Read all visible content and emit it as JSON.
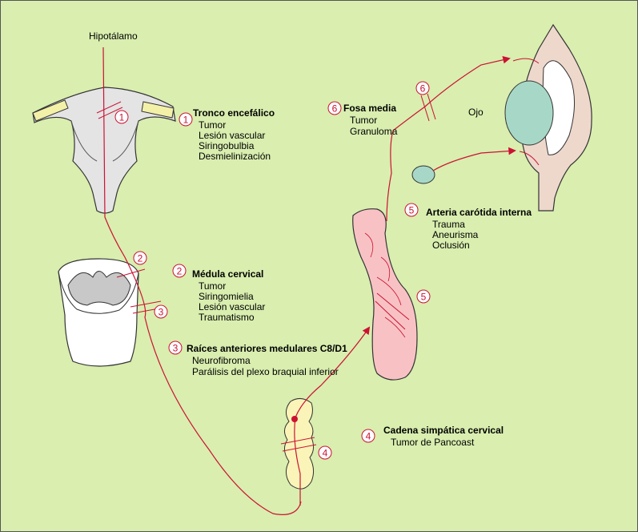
{
  "pathway_start_label": "Hipotálamo",
  "eye_label": "Ojo",
  "marker_color": "#cc1133",
  "nerve_color": "#cc1133",
  "sections": [
    {
      "num": "1",
      "title": "Tronco encefálico",
      "items": [
        "Tumor",
        "Lesión vascular",
        "Siringobulbia",
        "Desmielinización"
      ]
    },
    {
      "num": "2",
      "title": "Médula cervical",
      "items": [
        "Tumor",
        "Siringomielia",
        "Lesión vascular",
        "Traumatismo"
      ]
    },
    {
      "num": "3",
      "title": "Raíces anteriores medulares C8/D1",
      "items": [
        "Neurofibroma",
        "Parálisis del plexo braquial inferior"
      ]
    },
    {
      "num": "4",
      "title": "Cadena simpática cervical",
      "items": [
        "Tumor de Pancoast"
      ]
    },
    {
      "num": "5",
      "title": "Arteria carótida interna",
      "items": [
        "Trauma",
        "Aneurisma",
        "Oclusión"
      ]
    },
    {
      "num": "6",
      "title": "Fosa media",
      "items": [
        "Tumor",
        "Granuloma"
      ]
    }
  ]
}
